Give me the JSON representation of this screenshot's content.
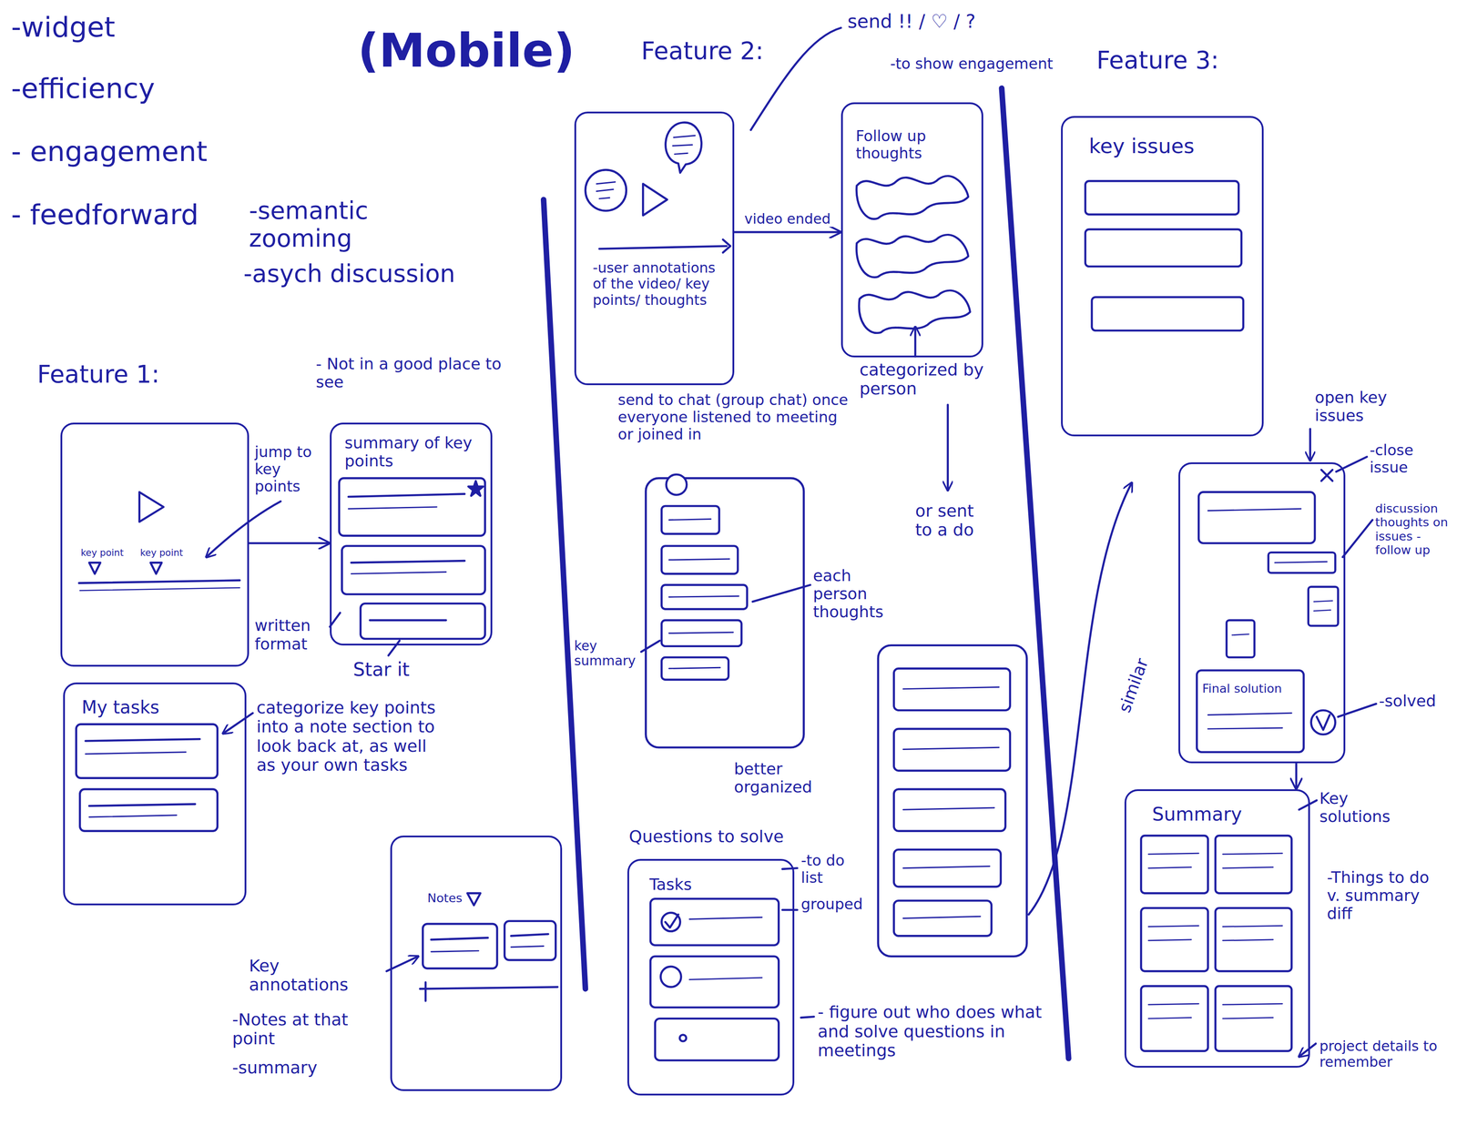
{
  "diagram": {
    "title": "(Mobile)",
    "nodes": [
      {
        "text": [
          "key point",
          "key point"
        ]
      },
      {
        "text": [
          "summary of key points"
        ]
      },
      {
        "text": [
          "My tasks"
        ]
      },
      {
        "text": [
          "Notes"
        ]
      },
      {
        "text": [
          "-user annotations of the video/ key points/ thoughts"
        ]
      },
      {
        "text": [
          "Follow up thoughts"
        ]
      },
      {
        "text": [
          "Questions to solve",
          "Tasks"
        ]
      },
      {
        "text": [
          "key issues"
        ]
      },
      {
        "text": [
          "Final solution"
        ]
      },
      {
        "text": [
          "Summary"
        ]
      }
    ],
    "edges": [
      {
        "from": 0,
        "to": 1,
        "arrow": "to"
      },
      {
        "from": 4,
        "to": 5,
        "arrow": "to",
        "label": "video ended"
      },
      {
        "from": 8,
        "to": 9,
        "arrow": "to"
      }
    ],
    "labels": [
      "-widget",
      "-efficiency",
      "- engagement",
      "- feedforward",
      "-semantic zooming",
      "-asych discussion",
      "Feature 1:",
      "jump to key points",
      "- Not in a good place to see",
      "written format",
      "Star it",
      "categorize key points into a note section to look back at, as well as your own tasks",
      "Key annotations",
      "-Notes at that point",
      "-summary",
      "Feature 2:",
      "send !! / ♡ / ?",
      "-to show engagement",
      "send to chat (group chat) once everyone listened to meeting or joined in",
      "key summary",
      "categorized by person",
      "or sent to a do",
      "each person thoughts",
      "better organized",
      "-to do list",
      "grouped",
      "- figure out who does what and solve questions in meetings",
      "Feature 3:",
      "similar",
      "open key issues",
      "-close issue",
      "discussion thoughts on issues - follow up",
      "-solved",
      "Key solutions",
      "-Things to do v. summary diff",
      "project details to remember"
    ]
  }
}
